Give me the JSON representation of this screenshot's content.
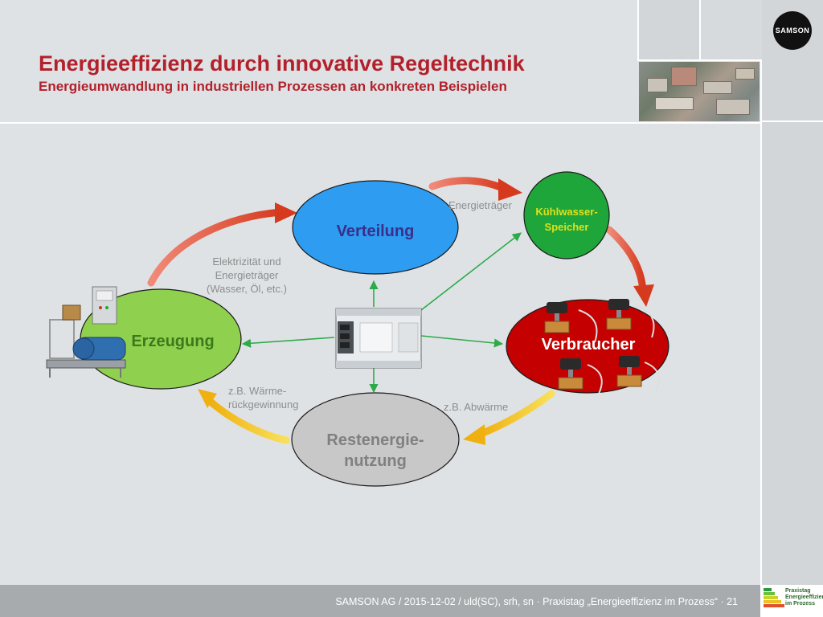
{
  "header": {
    "title": "Energieeffizienz durch innovative Regeltechnik",
    "subtitle": "Energieumwandlung in industriellen Prozessen an konkreten Beispielen",
    "logo_text": "SAMSON"
  },
  "diagram": {
    "nodes": {
      "verteilung": "Verteilung",
      "erzeugung": "Erzeugung",
      "verbraucher": "Verbraucher",
      "kuehlwasser_line1": "Kühlwasser-",
      "kuehlwasser_line2": "Speicher",
      "restenergie_line1": "Restenergie-",
      "restenergie_line2": "nutzung"
    },
    "annotations": {
      "energietraeger": "Energieträger",
      "elektrizitaet_line1": "Elektrizität und",
      "elektrizitaet_line2": "Energieträger",
      "elektrizitaet_line3": "(Wasser, Öl, etc.)",
      "waerme_line1": "z.B. Wärme-",
      "waerme_line2": "rückgewinnung",
      "abwaerme": "z.B. Abwärme"
    },
    "colors": {
      "verteilung": "#2e9cf0",
      "erzeugung": "#8fd14f",
      "verbraucher": "#c40000",
      "kuehlwasser": "#1ea63a",
      "restenergie": "#c8c8c8",
      "arrow_red": "#d9452b",
      "arrow_yellow": "#f3c21b",
      "connector": "#2daa4a"
    }
  },
  "footer": {
    "text": "SAMSON AG / 2015-12-02 / uld(SC), srh, sn  ·  Praxistag „Energieeffizienz im Prozess“  ·  21",
    "badge_line1": "Praxistag",
    "badge_line2": "Energieeffizienz",
    "badge_line3": "im Prozess"
  }
}
